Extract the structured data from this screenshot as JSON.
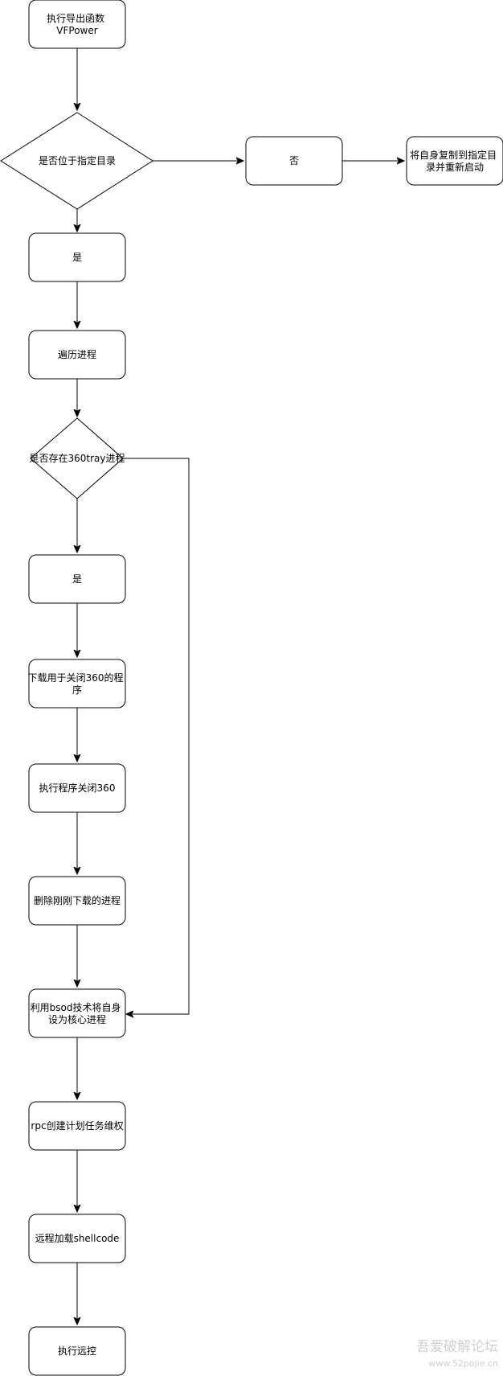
{
  "diagram": {
    "nodes": {
      "n1": {
        "lines": [
          "执行导出函数",
          "VFPower"
        ]
      },
      "d1": {
        "lines": [
          "是否位于指定目录"
        ]
      },
      "no1": {
        "lines": [
          "否"
        ]
      },
      "copy": {
        "lines": [
          "将自身复制到指定目",
          "录并重新启动"
        ]
      },
      "yes1": {
        "lines": [
          "是"
        ]
      },
      "enum": {
        "lines": [
          "遍历进程"
        ]
      },
      "d2": {
        "lines": [
          "是否存在360tray进程"
        ]
      },
      "yes2": {
        "lines": [
          "是"
        ]
      },
      "download": {
        "lines": [
          "下载用于关闭360的程",
          "序"
        ]
      },
      "close360": {
        "lines": [
          "执行程序关闭360"
        ]
      },
      "delete": {
        "lines": [
          "删除刚刚下载的进程"
        ]
      },
      "bsod": {
        "lines": [
          "利用bsod技术将自身",
          "设为核心进程"
        ]
      },
      "rpc": {
        "lines": [
          "rpc创建计划任务维权"
        ]
      },
      "remote": {
        "lines": [
          "远程加载shellcode"
        ]
      },
      "control": {
        "lines": [
          "执行远控"
        ]
      }
    }
  },
  "watermark": {
    "line1": "吾爱破解论坛",
    "line2": "www.52pojie.cn"
  },
  "colors": {
    "stroke": "#000000",
    "fill": "#ffffff",
    "watermark": "#cfcfcf"
  }
}
